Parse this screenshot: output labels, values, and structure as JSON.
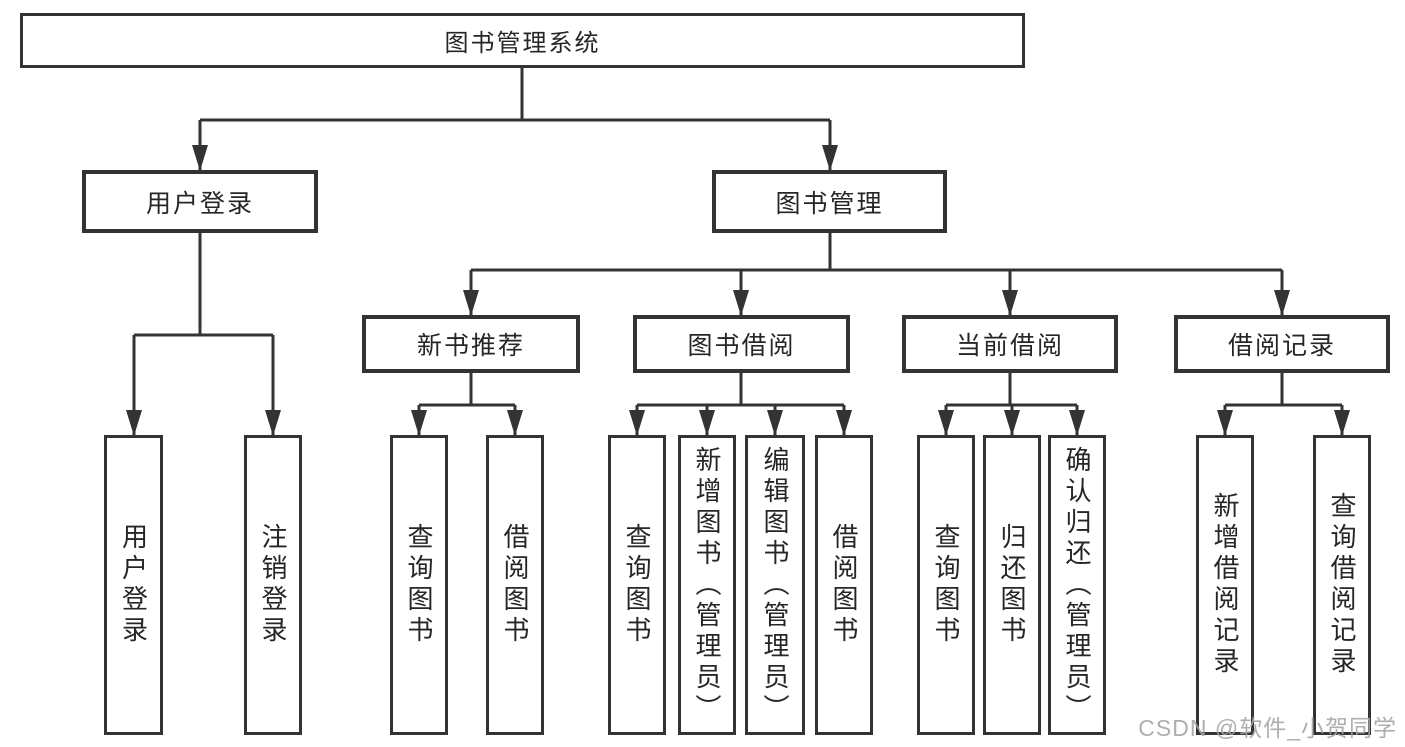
{
  "diagram": {
    "type": "hierarchy-tree",
    "line_color": "#333333",
    "tree": {
      "label": "图书管理系统",
      "children": [
        {
          "label": "用户登录",
          "children": [
            {
              "label": "用户登录"
            },
            {
              "label": "注销登录"
            }
          ]
        },
        {
          "label": "图书管理",
          "children": [
            {
              "label": "新书推荐",
              "children": [
                {
                  "label": "查询图书"
                },
                {
                  "label": "借阅图书"
                }
              ]
            },
            {
              "label": "图书借阅",
              "children": [
                {
                  "label": "查询图书"
                },
                {
                  "label": "新增图书（管理员）"
                },
                {
                  "label": "编辑图书（管理员）"
                },
                {
                  "label": "借阅图书"
                }
              ]
            },
            {
              "label": "当前借阅",
              "children": [
                {
                  "label": "查询图书"
                },
                {
                  "label": "归还图书"
                },
                {
                  "label": "确认归还（管理员）"
                }
              ]
            },
            {
              "label": "借阅记录",
              "children": [
                {
                  "label": "新增借阅记录"
                },
                {
                  "label": "查询借阅记录"
                }
              ]
            }
          ]
        }
      ]
    }
  },
  "watermark": {
    "text": "CSDN @软件_小贺同学",
    "color": "#a5a5a5"
  }
}
